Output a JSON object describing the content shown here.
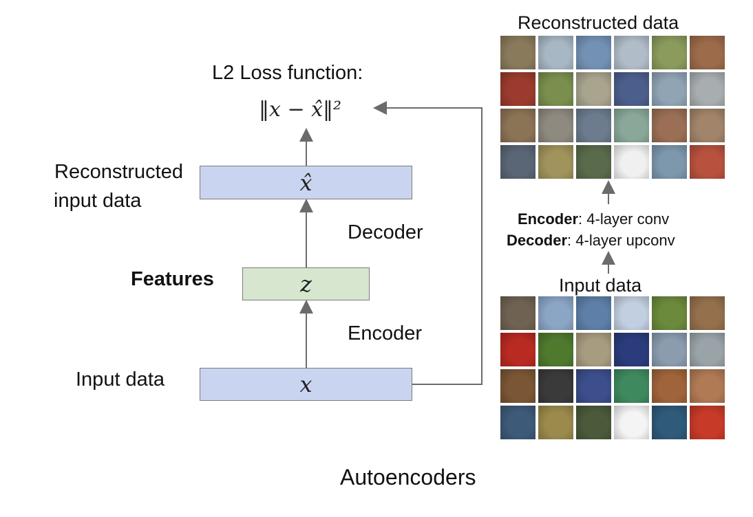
{
  "left": {
    "loss_title": "L2 Loss function:",
    "loss_formula": "‖x − x̂‖²",
    "reconstructed_label_line1": "Reconstructed",
    "reconstructed_label_line2": "input data",
    "features_label": "Features",
    "input_label": "Input data",
    "decoder_label": "Decoder",
    "encoder_label": "Encoder",
    "x_hat_symbol": "x̂",
    "z_symbol": "z",
    "x_symbol": "x"
  },
  "right": {
    "reconstructed_title": "Reconstructed data",
    "encoder_key": "Encoder",
    "encoder_desc": ": 4-layer conv",
    "decoder_key": "Decoder",
    "decoder_desc": ": 4-layer upconv",
    "input_title": "Input data"
  },
  "caption": "Autoencoders",
  "colors": {
    "box_blue": "#c9d5f0",
    "box_green": "#d6e6cf",
    "arrow": "#6b6b6b"
  },
  "image_grids": {
    "reconstructed_tiles": [
      [
        "#8a7a5c",
        "#a7b7c4",
        "#7391b4",
        "#b0bcc8",
        "#8a9b5c",
        "#9b6b4a"
      ],
      [
        "#9b3b2e",
        "#7a8f4e",
        "#a8a48e",
        "#4c5f8c",
        "#90a4b4",
        "#a8aeb0"
      ],
      [
        "#8b7356",
        "#8e8a80",
        "#6c7c8e",
        "#8aa89a",
        "#9a6f55",
        "#a2846a"
      ],
      [
        "#5a6675",
        "#a0935c",
        "#5a6b4c",
        "#f0f0f0",
        "#7d97ad",
        "#b8523e"
      ]
    ],
    "input_tiles": [
      [
        "#6f6252",
        "#8ba5c5",
        "#5d7fa8",
        "#c1cfe0",
        "#6b8a3b",
        "#94704c"
      ],
      [
        "#b82a22",
        "#4f7a2e",
        "#a89c80",
        "#2a3c7c",
        "#8a9cae",
        "#9aa4a8"
      ],
      [
        "#7a5634",
        "#3a3a3a",
        "#3c4f8c",
        "#3e8a5e",
        "#a0643a",
        "#b07a55"
      ],
      [
        "#3d5a78",
        "#9b8a4c",
        "#4a5a3a",
        "#f4f4f4",
        "#2f5a7a",
        "#c83a28"
      ]
    ]
  }
}
